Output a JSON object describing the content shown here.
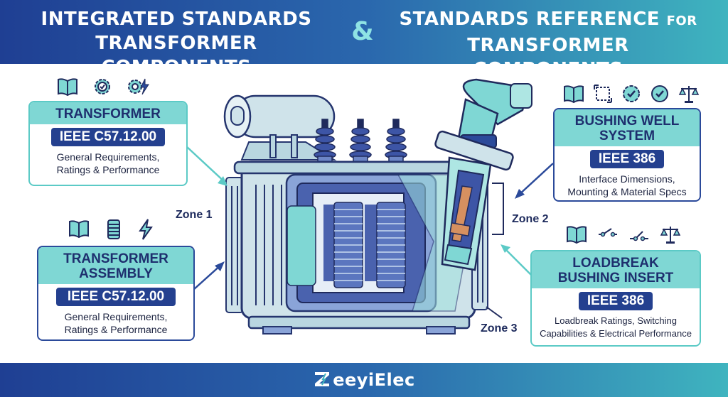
{
  "header": {
    "left_title_line1": "INTEGRATED STANDARDS",
    "left_title_line2": "TRANSFORMER COMPONENTS",
    "ampersand": "&",
    "right_title_line1_main": "STANDARDS REFERENCE",
    "right_title_line1_small": "FOR",
    "right_title_line2": "TRANSFORMER  COMPONENTS"
  },
  "cards": {
    "transformer": {
      "title": "TRANSFORMER",
      "standard": "IEEE C57.12.00",
      "desc_line1": "General Requirements,",
      "desc_line2": "Ratings & Performance",
      "icons": [
        "book-icon",
        "gear-check-icon",
        "gear-bolt-icon"
      ]
    },
    "assembly": {
      "title_line1": "TRANSFORMER",
      "title_line2": "ASSEMBLY",
      "standard": "IEEE C57.12.00",
      "desc_line1": "General Requirements,",
      "desc_line2": "Ratings & Performance",
      "icons": [
        "book-icon",
        "coil-icon",
        "bolt-icon"
      ]
    },
    "bushing_well": {
      "title_line1": "BUSHING WELL",
      "title_line2": "SYSTEM",
      "standard": "IEEE 386",
      "desc_line1": "Interface Dimensions,",
      "desc_line2": "Mounting & Material Specs",
      "icons": [
        "book-icon",
        "dimension-icon",
        "badge-check-icon",
        "check-circle-icon",
        "scale-icon"
      ]
    },
    "loadbreak": {
      "title_line1": "LOADBREAK",
      "title_line2": "BUSHING INSERT",
      "standard": "IEEE 386",
      "desc_line1": "Loadbreak Ratings, Switching",
      "desc_line2": "Capabilities & Electrical Performance",
      "icons": [
        "book-icon",
        "switch-icon",
        "switch-open-icon",
        "scale-icon"
      ]
    }
  },
  "zones": {
    "zone1": "Zone 1",
    "zone2": "Zone 2",
    "zone3": "Zone 3"
  },
  "footer": {
    "brand": "eeyiElec"
  },
  "colors": {
    "navy": "#1f3f93",
    "teal": "#3fb4bf",
    "tank": "#cfe3ea",
    "core": "#3d55a6",
    "chip": "#24408f"
  }
}
